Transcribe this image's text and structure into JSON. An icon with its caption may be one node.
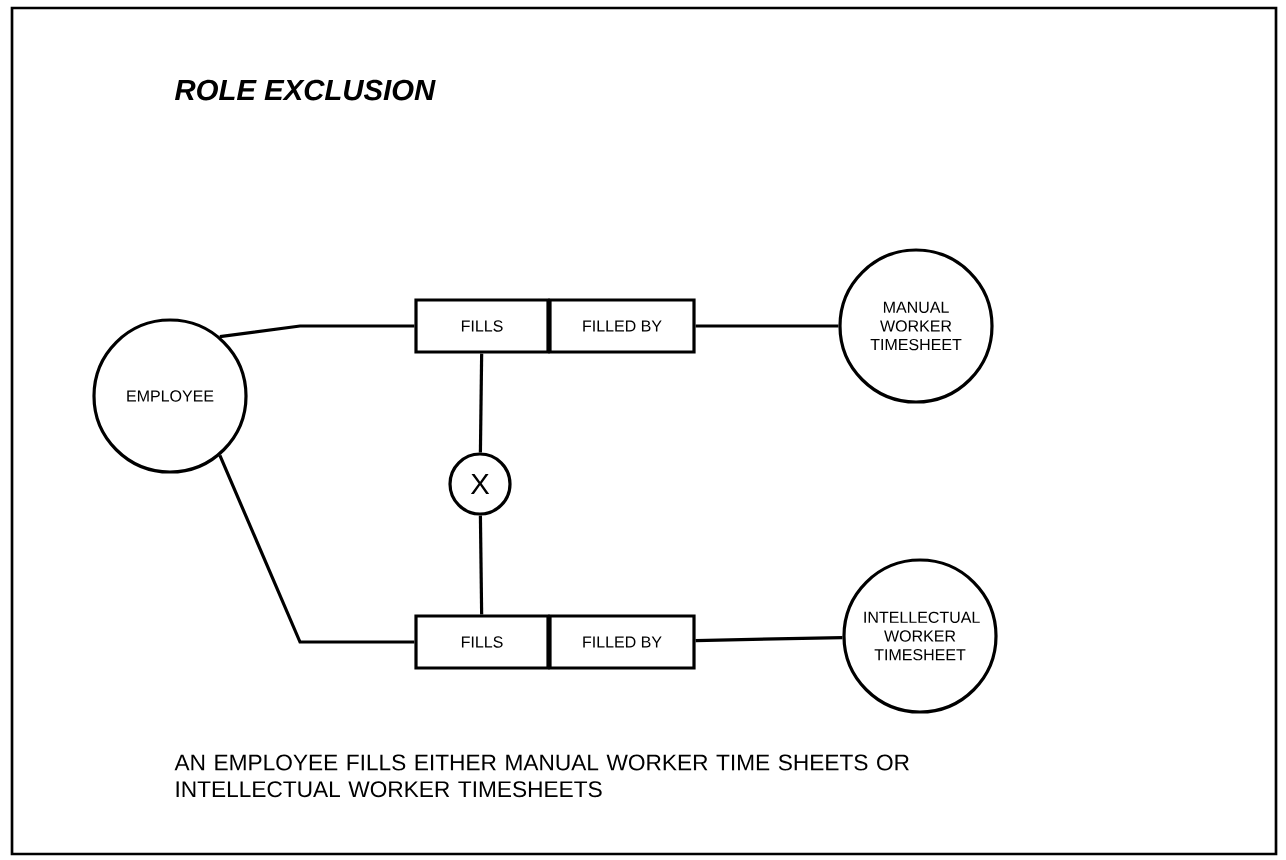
{
  "diagram": {
    "title": "ROLE EXCLUSION",
    "caption": "AN EMPLOYEE FILLS EITHER MANUAL WORKER TIME SHEETS OR INTELLECTUAL WORKER TIMESHEETS",
    "nodes": [
      {
        "text": [
          "EMPLOYEE"
        ]
      },
      {
        "text": [
          "FILLS"
        ]
      },
      {
        "text": [
          "FILLED BY"
        ]
      },
      {
        "text": [
          "MANUAL WORKER TIMESHEET"
        ]
      },
      {
        "text": [
          "X"
        ]
      },
      {
        "text": [
          "FILLS"
        ]
      },
      {
        "text": [
          "FILLED BY"
        ]
      },
      {
        "text": [
          "INTELLECTUAL WORKER TIMESHEET"
        ]
      }
    ],
    "edges": [
      {
        "from": 0,
        "to": 1,
        "arrow": "none"
      },
      {
        "from": 2,
        "to": 3,
        "arrow": "none"
      },
      {
        "from": 1,
        "to": 4,
        "arrow": "none"
      },
      {
        "from": 4,
        "to": 5,
        "arrow": "none"
      },
      {
        "from": 0,
        "to": 5,
        "arrow": "none"
      },
      {
        "from": 6,
        "to": 7,
        "arrow": "none"
      }
    ]
  }
}
